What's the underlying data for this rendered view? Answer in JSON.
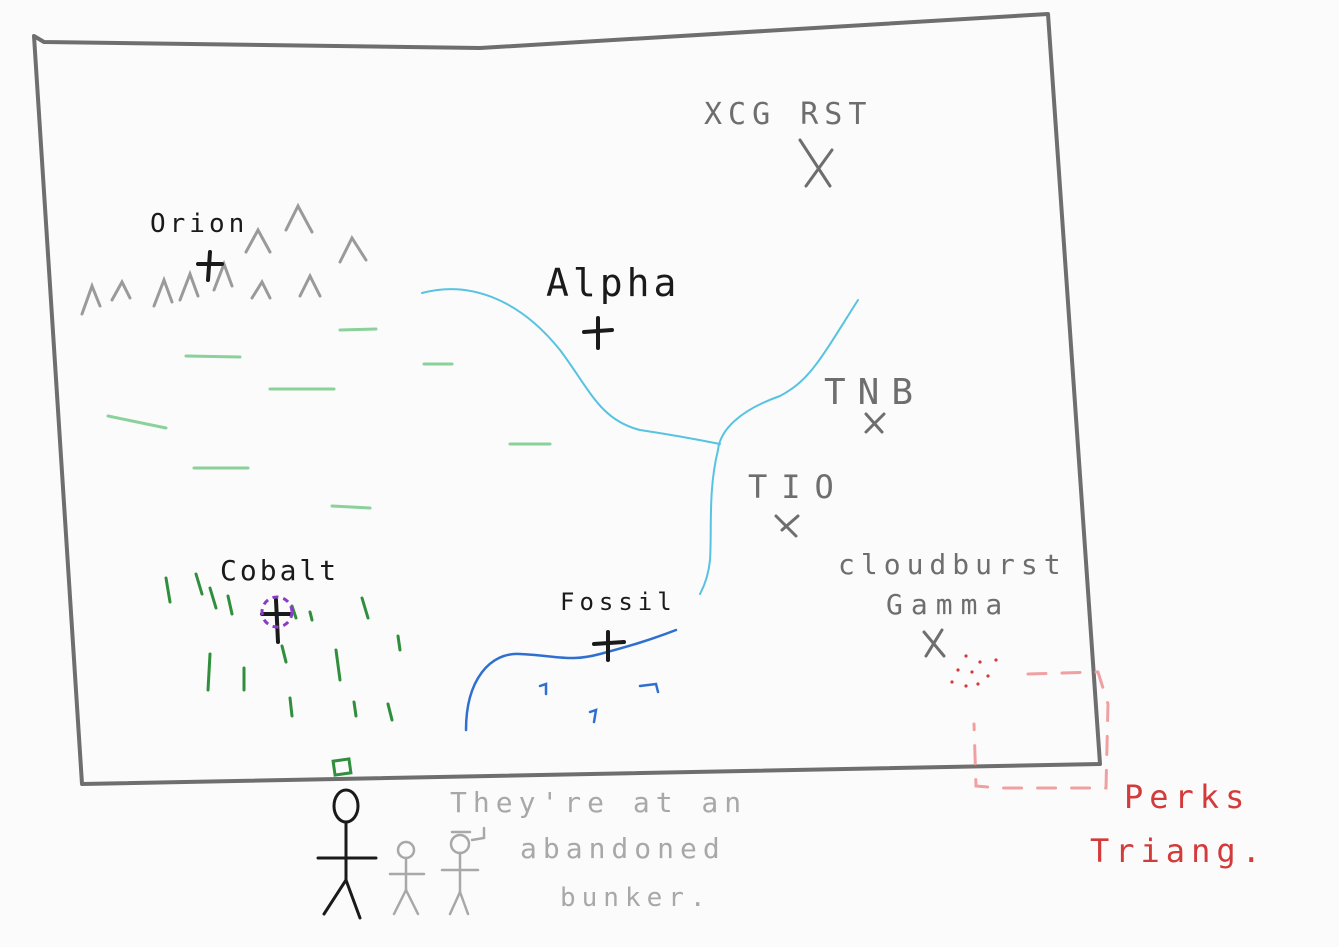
{
  "colors": {
    "ink": "#1a1a1a",
    "gray": "#6e6e6e",
    "mountain": "#9a9a9a",
    "river": "#57c3e0",
    "coast": "#2f6fd0",
    "grass": "#8bd19b",
    "forest": "#2f8f3c",
    "purple": "#8a3cc9",
    "red": "#d33a3a",
    "pale_red": "#f0a0a0",
    "note": "#a8a8a8",
    "hat": "#2f8f3c"
  },
  "map": {
    "labels": {
      "orion": "Orion",
      "alpha": "Alpha",
      "cobalt": "Cobalt",
      "fossil": "Fossil",
      "xcg": "XCG RST",
      "tnb": "TNB",
      "tio": "TIO",
      "cloudburst": "cloudburst",
      "gamma": "Gamma"
    }
  },
  "annotations": {
    "bunker_line1": "They're at an",
    "bunker_line2": "abandoned",
    "bunker_line3": "bunker.",
    "perks_line1": "Perks",
    "perks_line2": "Triang."
  }
}
